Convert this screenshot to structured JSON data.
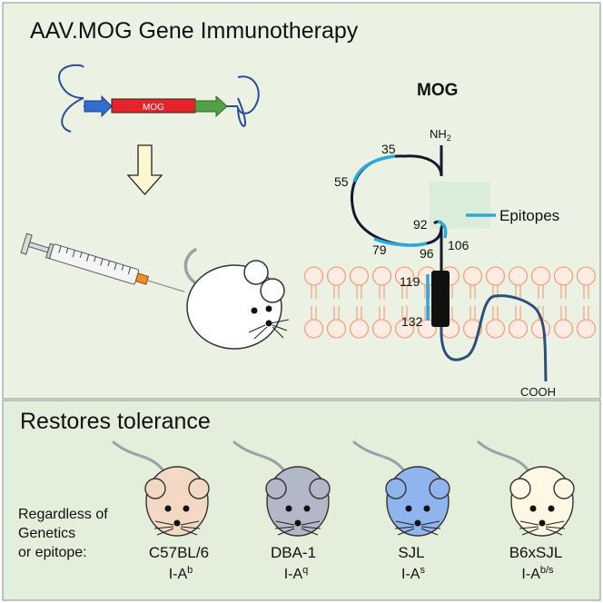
{
  "top": {
    "title": "AAV.MOG Gene Immunotherapy",
    "vector_label": "MOG"
  },
  "protein": {
    "title": "MOG",
    "n_terminus": "NH",
    "n_terminus_sub": "2",
    "c_terminus": "COOH",
    "epitope_legend": "Epitopes",
    "positions": [
      "35",
      "55",
      "92",
      "79",
      "96",
      "106",
      "119",
      "132"
    ]
  },
  "bottom": {
    "title": "Restores tolerance",
    "caption": [
      "Regardless of",
      "Genetics",
      "or epitope:"
    ],
    "strains": [
      {
        "name": "C57BL/6",
        "hla": "I-A",
        "sup": "b",
        "color": "#f3d9c4"
      },
      {
        "name": "DBA-1",
        "hla": "I-A",
        "sup": "q",
        "color": "#b3b8c8"
      },
      {
        "name": "SJL",
        "hla": "I-A",
        "sup": "s",
        "color": "#8fb4ee"
      },
      {
        "name": "B6xSJL",
        "hla": "I-A",
        "sup": "b/s",
        "color": "#fdf8e3"
      }
    ]
  },
  "colors": {
    "panel_top": "#ebf2e4",
    "panel_bottom": "#e3eedb",
    "epitope": "#29a9e1",
    "mog_box": "#e8222a",
    "membrane": "#f4a07c"
  }
}
